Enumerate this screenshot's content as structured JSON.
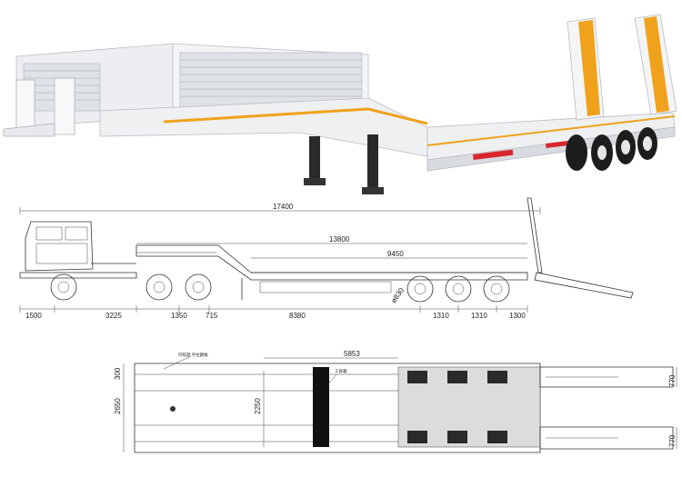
{
  "colors": {
    "trailer_body": "#f2f3f5",
    "trailer_shadow": "#c9ccd2",
    "accent_orange": "#f0a21c",
    "reflector_red": "#d8262b",
    "tire": "#1d1d1d",
    "line": "#333333"
  },
  "side_view": {
    "overall_length": "17400",
    "deck_length": "13800",
    "lowbed_length": "9450",
    "segments": [
      "1500",
      "3225",
      "1350",
      "715",
      "8380",
      "1310",
      "1310",
      "1300"
    ],
    "wheel_diameter": "ø830"
  },
  "top_view": {
    "deck_length": "5853",
    "overall_width": "2650",
    "inner_width": "2250",
    "end_margin": "300",
    "ramp_width_top": "770",
    "ramp_width_bottom": "770",
    "callout_rear": "凹陷部  手拉鋼板",
    "callout_mid": "工具箱"
  }
}
